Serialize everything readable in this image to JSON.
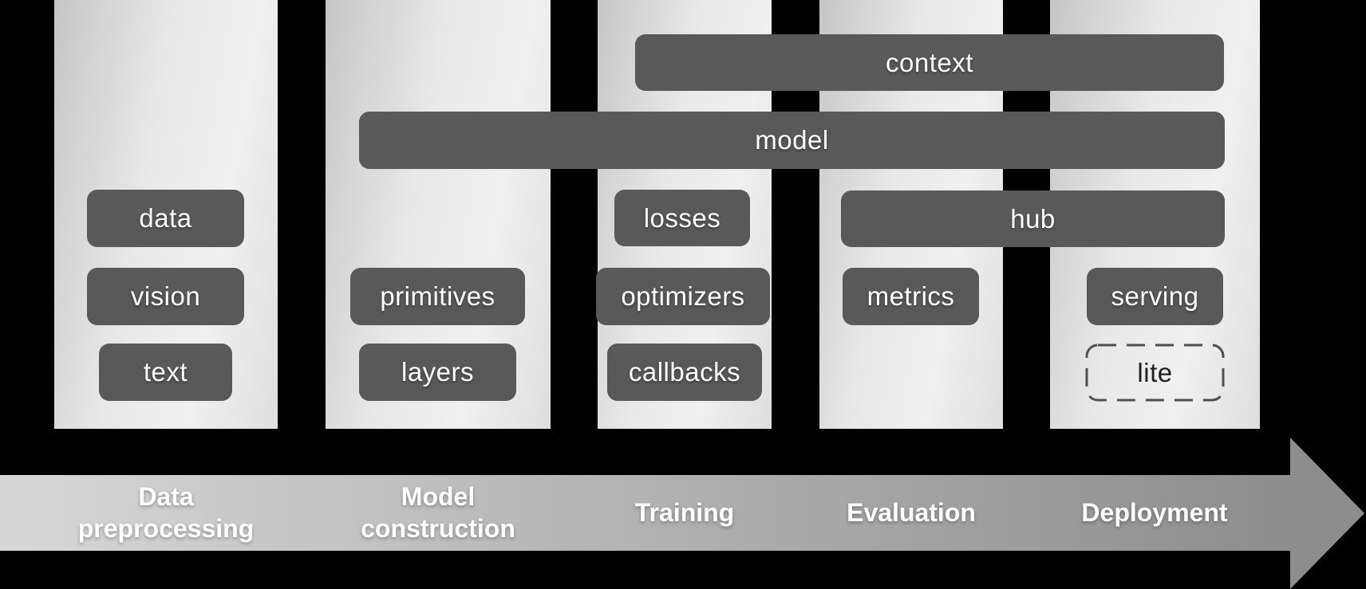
{
  "diagram": {
    "type": "framework-architecture-pipeline",
    "columns": [
      {
        "stage": "Data\npreprocessing",
        "boxes": [
          {
            "label": "data"
          },
          {
            "label": "vision"
          },
          {
            "label": "text"
          }
        ]
      },
      {
        "stage": "Model\nconstruction",
        "boxes": [
          {
            "label": "primitives"
          },
          {
            "label": "layers"
          }
        ]
      },
      {
        "stage": "Training",
        "boxes": [
          {
            "label": "losses"
          },
          {
            "label": "optimizers"
          },
          {
            "label": "callbacks"
          }
        ]
      },
      {
        "stage": "Evaluation",
        "boxes": [
          {
            "label": "metrics"
          }
        ]
      },
      {
        "stage": "Deployment",
        "boxes": [
          {
            "label": "serving"
          },
          {
            "label": "lite",
            "variant": "dashed-outline"
          }
        ]
      }
    ],
    "spanning_bars": [
      {
        "label": "context"
      },
      {
        "label": "model"
      },
      {
        "label": "hub"
      }
    ]
  },
  "colors": {
    "background": "#000000",
    "module-fill": "#595959",
    "module-text": "#ffffff",
    "column-dark": "#c6c6c6",
    "column-light": "#f0f0f0",
    "arrow-start": "#d7d7d7",
    "arrow-end": "#8d8d8d",
    "lite-border": "#4f4f4f",
    "lite-text": "#1f1f1f"
  }
}
